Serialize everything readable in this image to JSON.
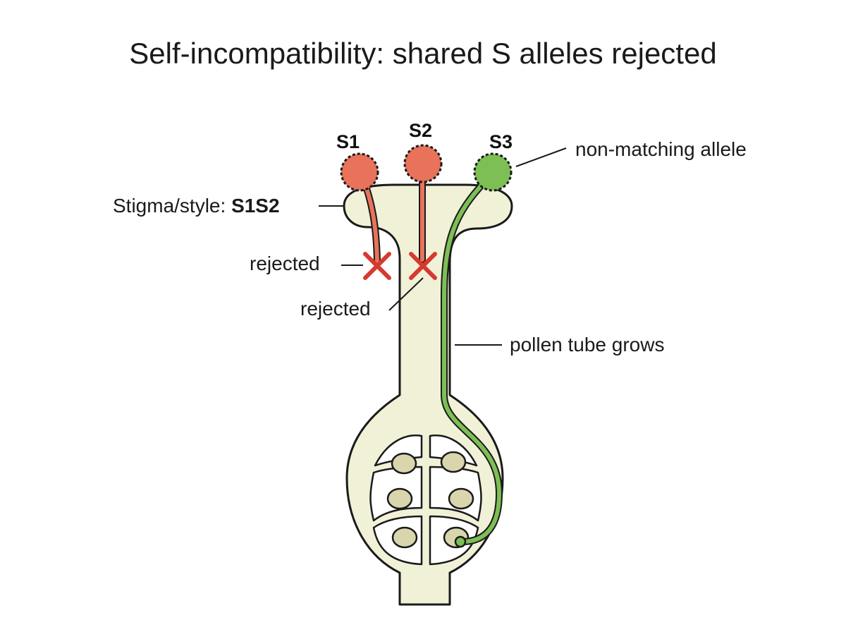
{
  "title": "Self-incompatibility: shared S alleles rejected",
  "pollen": [
    {
      "allele": "S1",
      "status": "rejected",
      "color": "#e8735a"
    },
    {
      "allele": "S2",
      "status": "rejected",
      "color": "#e8735a"
    },
    {
      "allele": "S3",
      "status": "accepted",
      "color": "#7dbf55"
    }
  ],
  "labels": {
    "stigma_prefix": "Stigma/style: ",
    "stigma_genotype": "S1S2",
    "rejected_1": "rejected",
    "rejected_2": "rejected",
    "non_matching": "non-matching allele",
    "pollen_tube": "pollen tube grows"
  },
  "colors": {
    "tissue": "#f1f1d8",
    "incompatible": "#e8735a",
    "compatible": "#7dbf55",
    "reject_mark": "#d63a2f",
    "ovule": "#d9d6ae"
  }
}
